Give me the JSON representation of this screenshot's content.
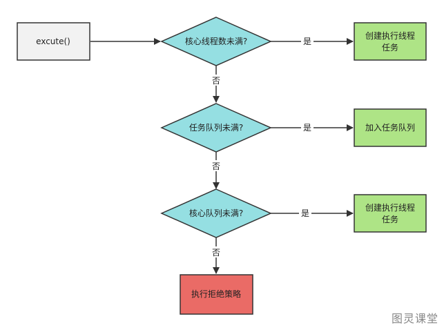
{
  "colors": {
    "start_fill": "#f2f2f2",
    "decision_fill": "#95dfe2",
    "action_fill": "#aee486",
    "reject_fill": "#ea6b66",
    "stroke": "#333333"
  },
  "start": {
    "label": "excute()"
  },
  "decisions": [
    {
      "label": "核心线程数未满?"
    },
    {
      "label": "任务队列未满?"
    },
    {
      "label": "核心队列未满?"
    }
  ],
  "actions": [
    {
      "line1": "创建执行线程",
      "line2": "任务"
    },
    {
      "line1": "加入任务队列",
      "line2": ""
    },
    {
      "line1": "创建执行线程",
      "line2": "任务"
    }
  ],
  "reject": {
    "label": "执行拒绝策略"
  },
  "edge_labels": {
    "yes": "是",
    "no": "否"
  },
  "watermark": "图灵课堂"
}
